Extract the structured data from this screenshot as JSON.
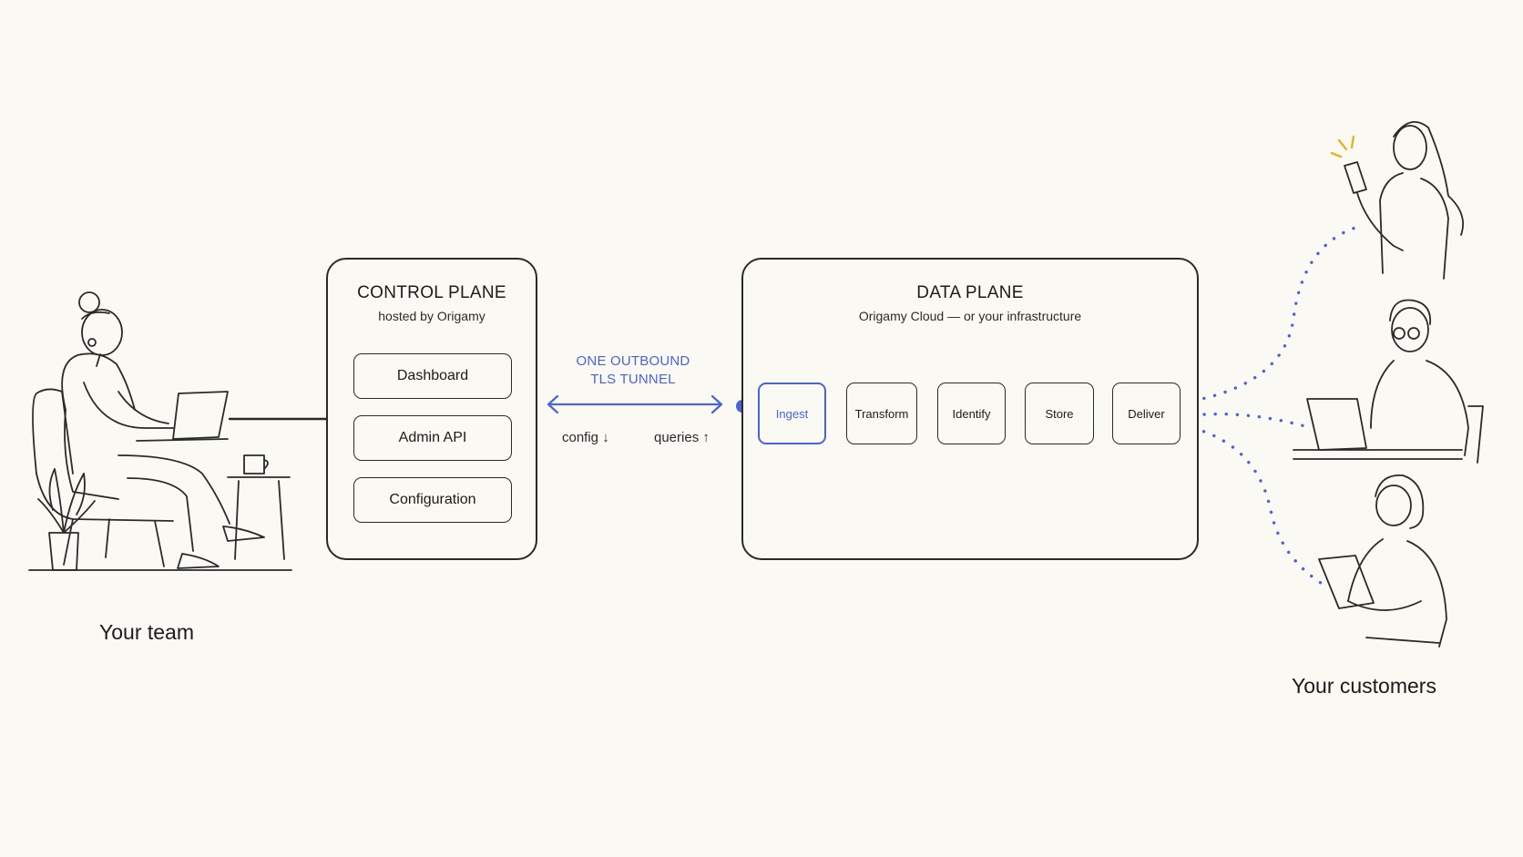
{
  "control_plane": {
    "title": "CONTROL PLANE",
    "subtitle": "hosted by Origamy",
    "buttons": [
      "Dashboard",
      "Admin API",
      "Configuration"
    ]
  },
  "tunnel": {
    "label_line1": "ONE OUTBOUND",
    "label_line2": "TLS TUNNEL",
    "config_label": "config ↓",
    "queries_label": "queries ↑",
    "color": "#4a63d8"
  },
  "data_plane": {
    "title": "DATA PLANE",
    "subtitle": "Origamy Cloud — or your infrastructure",
    "stages": [
      "Ingest",
      "Transform",
      "Identify",
      "Store",
      "Deliver"
    ],
    "active_stage": "Ingest"
  },
  "captions": {
    "team": "Your team",
    "customers": "Your customers"
  },
  "colors": {
    "accent": "#4a63d8",
    "notification": "#e8b21f",
    "background": "#fbf9f4"
  }
}
